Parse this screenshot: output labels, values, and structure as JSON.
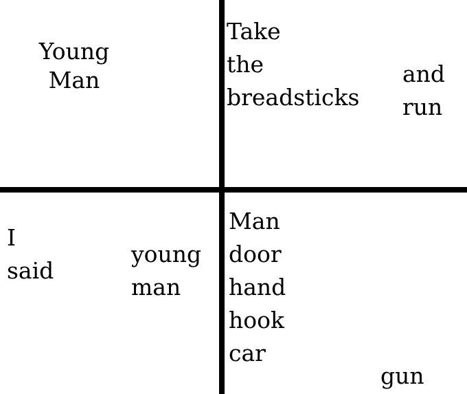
{
  "top_left": {
    "lines": [
      "Young",
      "Man"
    ]
  },
  "top_right": {
    "main_lines": [
      "Take",
      "the",
      "breadsticks"
    ],
    "side_lines": [
      "and",
      "run"
    ]
  },
  "bottom_left": {
    "left_lines": [
      "I",
      "said"
    ],
    "right_lines": [
      "young",
      "man"
    ]
  },
  "bottom_right": {
    "lines": [
      "Man",
      "door",
      "hand",
      "hook",
      "car"
    ],
    "corner": "gun"
  }
}
